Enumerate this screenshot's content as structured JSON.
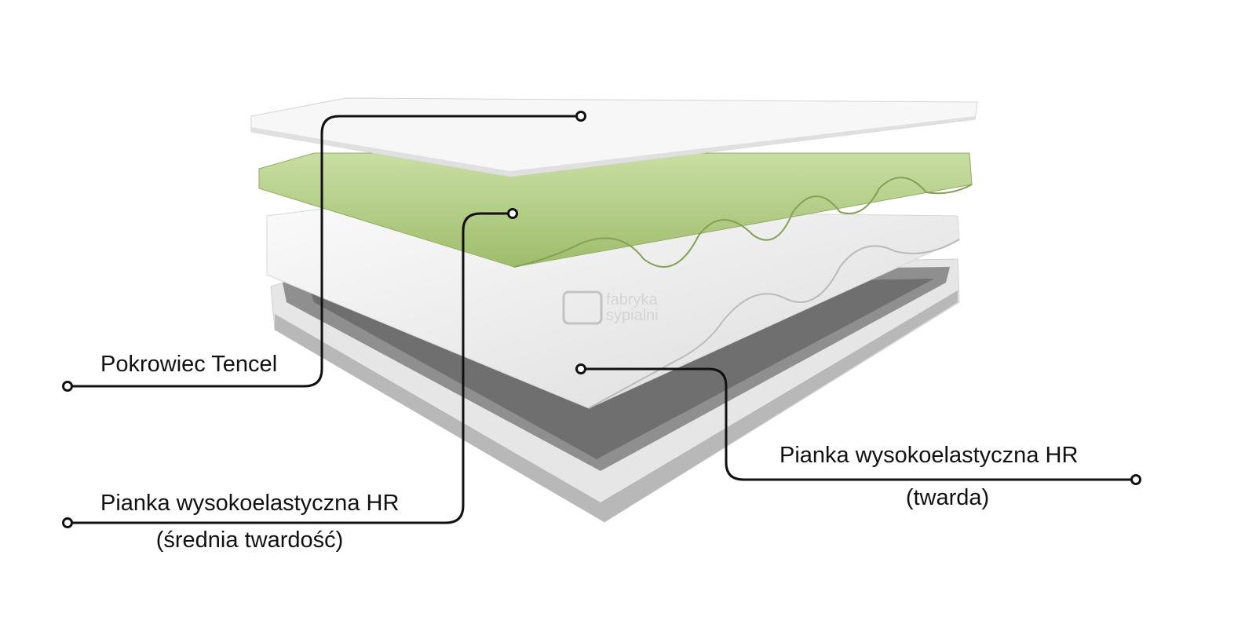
{
  "watermark": {
    "line1": "fabryka",
    "line2": "sypialni"
  },
  "labels": {
    "cover": "Pokrowiec Tencel",
    "layer_medium": {
      "title": "Pianka wysokoelastyczna HR",
      "subtitle": "(średnia twardość)"
    },
    "layer_hard": {
      "title": "Pianka wysokoelastyczna HR",
      "subtitle": "(twarda)"
    }
  },
  "colors": {
    "green_foam": "#b5cf8a",
    "white_foam": "#f2f2f2",
    "base_grey": "#8a8a8a",
    "line": "#111111"
  }
}
